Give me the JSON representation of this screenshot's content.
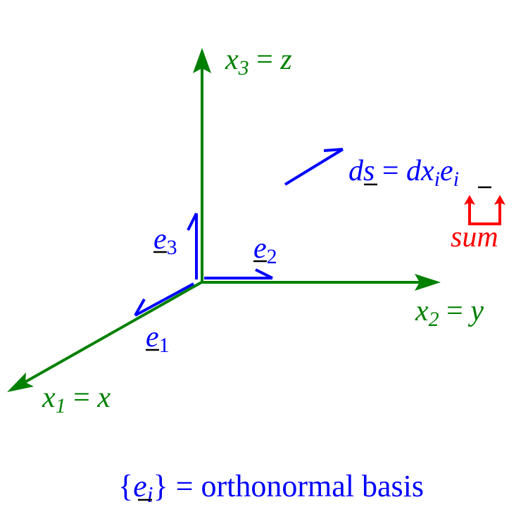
{
  "colors": {
    "axis": "#008000",
    "basis": "#0000ff",
    "annotation": "#ff0000",
    "underline": "#000000"
  },
  "axes": {
    "x1": {
      "var": "x",
      "sub": "1",
      "eq": " = ",
      "name": "x"
    },
    "x2": {
      "var": "x",
      "sub": "2",
      "eq": " = ",
      "name": "y"
    },
    "x3": {
      "var": "x",
      "sub": "3",
      "eq": " = ",
      "name": "z"
    }
  },
  "basis": {
    "e1": {
      "base": "e",
      "sub": "1"
    },
    "e2": {
      "base": "e",
      "sub": "2"
    },
    "e3": {
      "base": "e",
      "sub": "3"
    }
  },
  "ds_equation": {
    "d": "d",
    "s": "s",
    "eq": " = ",
    "dx": "dx",
    "i1": "i",
    "e": "e",
    "i2": "i"
  },
  "sum_label": "sum",
  "caption": {
    "open": "{",
    "e": "e",
    "i": "i",
    "close": "}",
    "eq": " = ",
    "text": "orthonormal basis"
  }
}
